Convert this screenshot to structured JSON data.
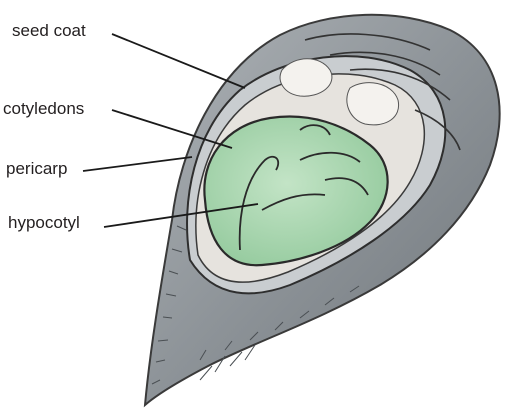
{
  "labels": {
    "seed_coat": "seed coat",
    "cotyledons": "cotyledons",
    "pericarp": "pericarp",
    "hypocotyl": "hypocotyl"
  },
  "colors": {
    "pericarp_outer": "#8a9095",
    "pericarp_shade": "#b9bec2",
    "seed_coat": "#e4e1dc",
    "cotyledon": "#a9d6b0",
    "outline": "#2a2a2a",
    "label_text": "#231f20"
  }
}
